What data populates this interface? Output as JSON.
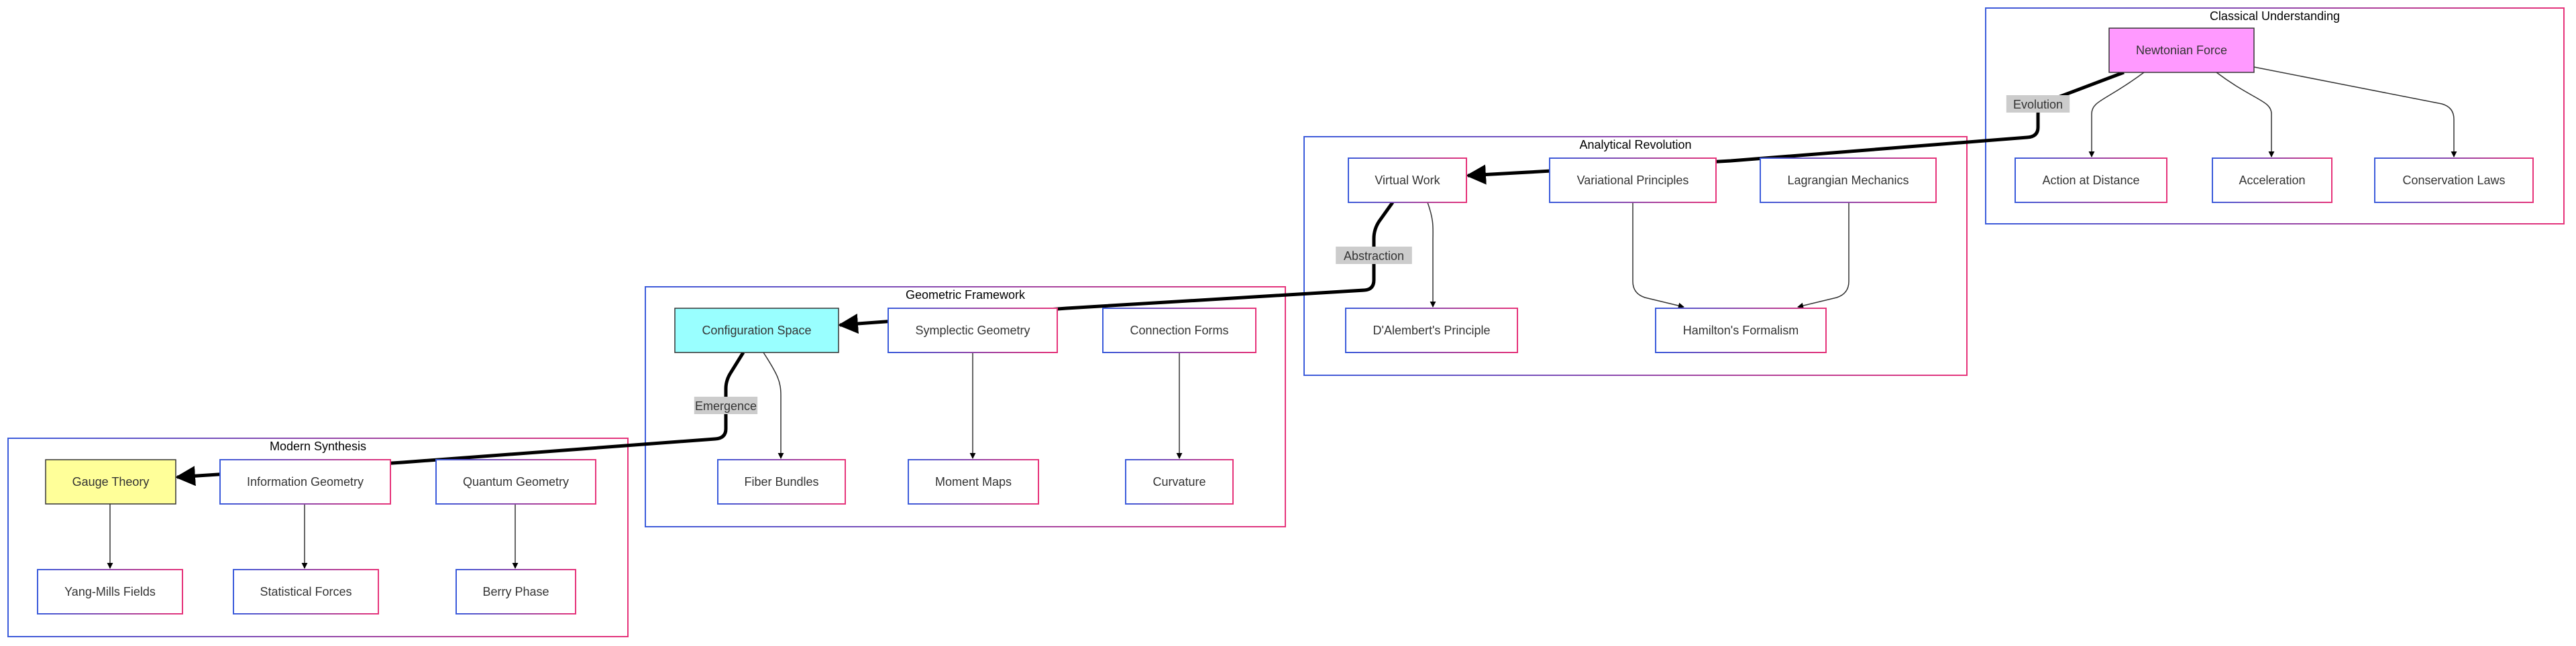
{
  "colors": {
    "border_blue": "#3b5bdb",
    "border_pink": "#e6337a",
    "gauge_fill": "#ffff99",
    "config_fill": "#99ffff",
    "newton_fill": "#ff99ff",
    "edge_label_bg": "#cccccc",
    "line": "#333333",
    "emphasis_line": "#000000"
  },
  "groups": [
    {
      "id": "classical",
      "title": "Classical Understanding"
    },
    {
      "id": "analytical",
      "title": "Analytical Revolution"
    },
    {
      "id": "geometric",
      "title": "Geometric Framework"
    },
    {
      "id": "modern",
      "title": "Modern Synthesis"
    }
  ],
  "nodes": [
    {
      "id": "newtonian",
      "label": "Newtonian Force",
      "group": "classical",
      "style": "filled"
    },
    {
      "id": "action",
      "label": "Action at Distance",
      "group": "classical"
    },
    {
      "id": "acceleration",
      "label": "Acceleration",
      "group": "classical"
    },
    {
      "id": "conservation",
      "label": "Conservation Laws",
      "group": "classical"
    },
    {
      "id": "virtual",
      "label": "Virtual Work",
      "group": "analytical"
    },
    {
      "id": "variational",
      "label": "Variational Principles",
      "group": "analytical"
    },
    {
      "id": "lagrangian",
      "label": "Lagrangian Mechanics",
      "group": "analytical"
    },
    {
      "id": "dalembert",
      "label": "D'Alembert's Principle",
      "group": "analytical"
    },
    {
      "id": "hamilton",
      "label": "Hamilton's Formalism",
      "group": "analytical"
    },
    {
      "id": "config",
      "label": "Configuration Space",
      "group": "geometric",
      "style": "filled"
    },
    {
      "id": "symplectic",
      "label": "Symplectic Geometry",
      "group": "geometric"
    },
    {
      "id": "connection",
      "label": "Connection Forms",
      "group": "geometric"
    },
    {
      "id": "fiber",
      "label": "Fiber Bundles",
      "group": "geometric"
    },
    {
      "id": "moment",
      "label": "Moment Maps",
      "group": "geometric"
    },
    {
      "id": "curvature",
      "label": "Curvature",
      "group": "geometric"
    },
    {
      "id": "gauge",
      "label": "Gauge Theory",
      "group": "modern",
      "style": "filled"
    },
    {
      "id": "info",
      "label": "Information Geometry",
      "group": "modern"
    },
    {
      "id": "quantum",
      "label": "Quantum Geometry",
      "group": "modern"
    },
    {
      "id": "yangmills",
      "label": "Yang-Mills Fields",
      "group": "modern"
    },
    {
      "id": "statistical",
      "label": "Statistical Forces",
      "group": "modern"
    },
    {
      "id": "berry",
      "label": "Berry Phase",
      "group": "modern"
    }
  ],
  "edges": [
    {
      "from": "newtonian",
      "to": "action"
    },
    {
      "from": "newtonian",
      "to": "acceleration"
    },
    {
      "from": "newtonian",
      "to": "conservation"
    },
    {
      "from": "newtonian",
      "to": "virtual",
      "label": "Evolution",
      "thick": true
    },
    {
      "from": "virtual",
      "to": "dalembert"
    },
    {
      "from": "variational",
      "to": "hamilton"
    },
    {
      "from": "lagrangian",
      "to": "hamilton"
    },
    {
      "from": "virtual",
      "to": "config",
      "label": "Abstraction",
      "thick": true
    },
    {
      "from": "config",
      "to": "fiber"
    },
    {
      "from": "symplectic",
      "to": "moment"
    },
    {
      "from": "connection",
      "to": "curvature"
    },
    {
      "from": "config",
      "to": "gauge",
      "label": "Emergence",
      "thick": true
    },
    {
      "from": "gauge",
      "to": "yangmills"
    },
    {
      "from": "info",
      "to": "statistical"
    },
    {
      "from": "quantum",
      "to": "berry"
    }
  ]
}
